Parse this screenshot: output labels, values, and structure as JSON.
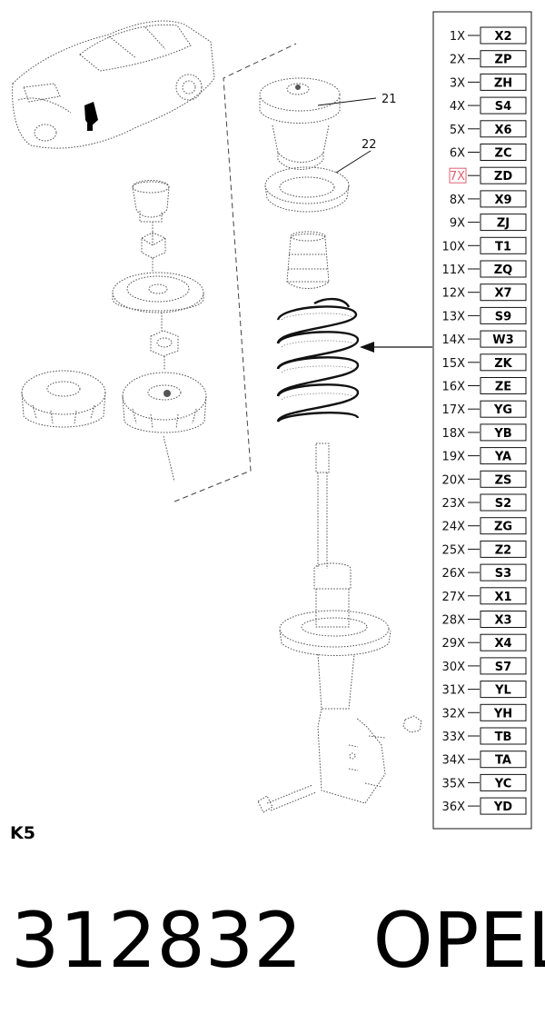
{
  "diagram": {
    "callouts": [
      {
        "id": "21",
        "text": "21"
      },
      {
        "id": "22",
        "text": "22"
      }
    ],
    "variant_table": {
      "highlighted_row": 6,
      "rows": [
        {
          "label": "1X",
          "code": "X2"
        },
        {
          "label": "2X",
          "code": "ZP"
        },
        {
          "label": "3X",
          "code": "ZH"
        },
        {
          "label": "4X",
          "code": "S4"
        },
        {
          "label": "5X",
          "code": "X6"
        },
        {
          "label": "6X",
          "code": "ZC"
        },
        {
          "label": "7X",
          "code": "ZD"
        },
        {
          "label": "8X",
          "code": "X9"
        },
        {
          "label": "9X",
          "code": "ZJ"
        },
        {
          "label": "10X",
          "code": "T1"
        },
        {
          "label": "11X",
          "code": "ZQ"
        },
        {
          "label": "12X",
          "code": "X7"
        },
        {
          "label": "13X",
          "code": "S9"
        },
        {
          "label": "14X",
          "code": "W3"
        },
        {
          "label": "15X",
          "code": "ZK"
        },
        {
          "label": "16X",
          "code": "ZE"
        },
        {
          "label": "17X",
          "code": "YG"
        },
        {
          "label": "18X",
          "code": "YB"
        },
        {
          "label": "19X",
          "code": "YA"
        },
        {
          "label": "20X",
          "code": "ZS"
        },
        {
          "label": "23X",
          "code": "S2"
        },
        {
          "label": "24X",
          "code": "ZG"
        },
        {
          "label": "25X",
          "code": "Z2"
        },
        {
          "label": "26X",
          "code": "S3"
        },
        {
          "label": "27X",
          "code": "X1"
        },
        {
          "label": "28X",
          "code": "X3"
        },
        {
          "label": "29X",
          "code": "X4"
        },
        {
          "label": "30X",
          "code": "S7"
        },
        {
          "label": "31X",
          "code": "YL"
        },
        {
          "label": "32X",
          "code": "YH"
        },
        {
          "label": "33X",
          "code": "TB"
        },
        {
          "label": "34X",
          "code": "TA"
        },
        {
          "label": "35X",
          "code": "YC"
        },
        {
          "label": "36X",
          "code": "YD"
        }
      ]
    }
  },
  "page_label": "K5",
  "part_number": "312832",
  "brand": "OPEL"
}
